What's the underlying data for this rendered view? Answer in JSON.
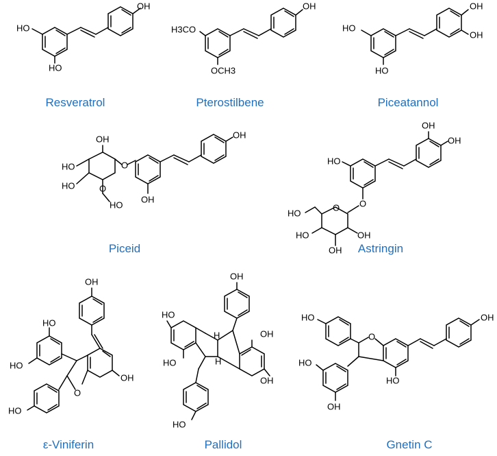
{
  "molecules": [
    {
      "name": "Resveratrol",
      "labels": [
        "HO",
        "OH",
        "HO"
      ]
    },
    {
      "name": "Pterostilbene",
      "labels": [
        "H3CO",
        "OH",
        "OCH3"
      ]
    },
    {
      "name": "Piceatannol",
      "labels": [
        "HO",
        "OH",
        "OH",
        "HO"
      ]
    },
    {
      "name": "Piceid",
      "labels": [
        "HO",
        "HO",
        "HO",
        "O",
        "O",
        "OH",
        "OH",
        "OH"
      ]
    },
    {
      "name": "Astringin",
      "labels": [
        "HO",
        "OH",
        "OH",
        "O",
        "HO",
        "O",
        "HO",
        "OH",
        "OH"
      ]
    },
    {
      "name": "ε-Viniferin",
      "labels": [
        "OH",
        "HO",
        "HO",
        "O",
        "OH",
        "HO"
      ]
    },
    {
      "name": "Pallidol",
      "labels": [
        "OH",
        "HO",
        "HO",
        "H",
        "H",
        "OH",
        "OH",
        "HO"
      ]
    },
    {
      "name": "Gnetin C",
      "labels": [
        "HO",
        "OH",
        "O",
        "HO",
        "HO",
        "OH"
      ]
    }
  ],
  "colors": {
    "name_text": "#1f6fc0",
    "bond": "#000000"
  }
}
